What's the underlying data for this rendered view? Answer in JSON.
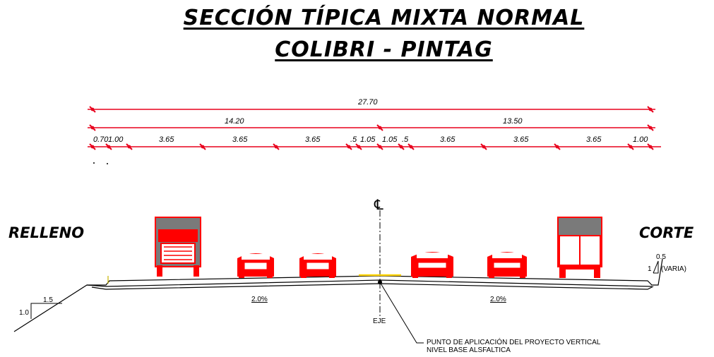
{
  "title": {
    "line1": "SECCIÓN TÍPICA MIXTA NORMAL",
    "line2": "COLIBRI - PINTAG"
  },
  "dimensions": {
    "total": "27.70",
    "left_half": "14.20",
    "right_half": "13.50",
    "segments": [
      "0.70",
      "1.00",
      "3.65",
      "3.65",
      "3.65",
      ".5",
      "1.05",
      "1.05",
      ".5",
      "3.65",
      "3.65",
      "3.65",
      "1.00"
    ]
  },
  "labels": {
    "left_side": "RELLENO",
    "right_side": "CORTE",
    "centerline_symbol": "℄",
    "axis": "EJE",
    "slope_left": "2.0%",
    "slope_right": "2.0%",
    "fill_slope_h": "1.5",
    "fill_slope_v": "1.0",
    "cut_slope_h": "0.5",
    "cut_slope_v": "1",
    "cut_slope_note": "(VARIA)",
    "note_line1": "PUNTO DE APLICACIÓN DEL PROYECTO VERTICAL",
    "note_line2": "NIVEL BASE ALSFALTICA"
  },
  "colors": {
    "dimension_line": "#e8001c",
    "vehicle": "#ff0000",
    "vehicle_top": "#7a7a7a",
    "median": "#ffd400",
    "ink": "#000000"
  }
}
